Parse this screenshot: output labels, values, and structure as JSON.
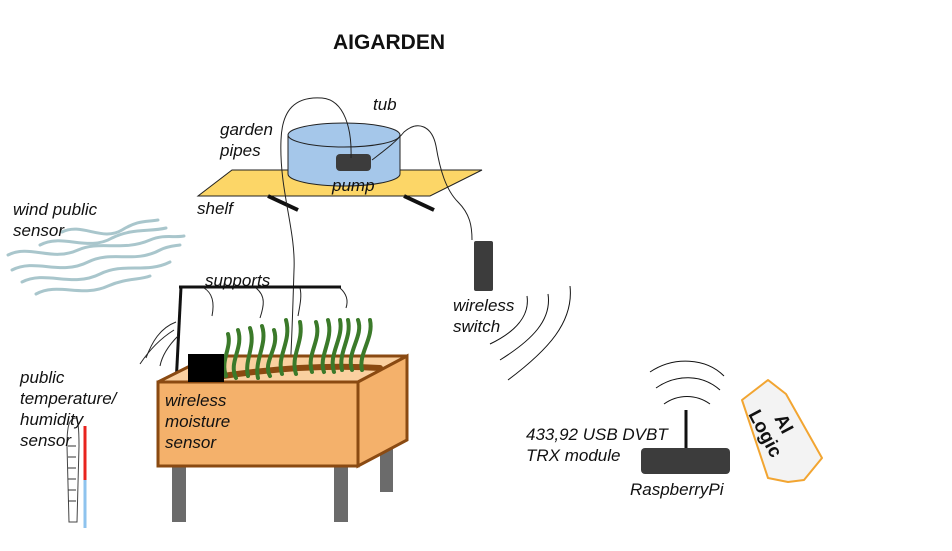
{
  "title": "AIGARDEN",
  "labels": {
    "tub": "tub",
    "garden_pipes": [
      "garden",
      "pipes"
    ],
    "pump": "pump",
    "shelf": "shelf",
    "wind_sensor": [
      "wind public",
      "sensor"
    ],
    "supports": "supports",
    "wireless_switch": [
      "wireless",
      "switch"
    ],
    "public_temp_humidity": [
      "public",
      "temperature/",
      "humidity",
      "sensor"
    ],
    "wireless_moisture": [
      "wireless",
      "moisture",
      "sensor"
    ],
    "dvbt_module": [
      "433,92 USB DVBT",
      "TRX module"
    ],
    "raspberrypi": "RaspberryPi",
    "ai_logic": [
      "AI",
      "Logic"
    ]
  },
  "colors": {
    "shelf": "#fcd667",
    "tub": "#a5c7ea",
    "planter": "#f4b16b",
    "planter_edge": "#8a4a12",
    "plants": "#3b7a2a",
    "wind": "#a9c6cc",
    "ai_tag_border": "#f2a531",
    "device_dark": "#3c3c3c",
    "thermo_red": "#e8231e",
    "thermo_blue": "#8ec3ee"
  }
}
